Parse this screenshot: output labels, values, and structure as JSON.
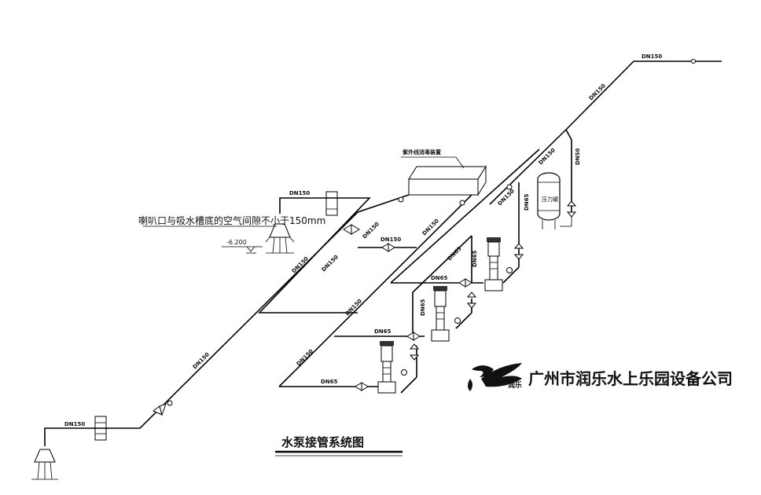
{
  "pipe_labels": {
    "top_run": "DN150",
    "riser_upper": "DN150",
    "riser_mid": "DN150",
    "tank_branch": "DN50",
    "inlet_top": "DN150",
    "inlet_left": "DN150",
    "diag_a1": "DN150",
    "diag_a2": "DN150",
    "diag_b1": "DN150",
    "diag_b2": "DN150",
    "diag_c1": "DN150",
    "diag_c2": "DN150",
    "branch_dn150": "DN150",
    "branch_dn65_1": "DN65",
    "branch_dn65_2": "DN65",
    "branch_dn65_3": "DN65",
    "vert_dn65_1": "DN65",
    "vert_dn65_2": "DN65",
    "vert_dn65_3": "DN65",
    "vert_dn65_4": "DN65",
    "bottom_dn150": "DN150",
    "suction_main": "DN150"
  },
  "uv_label": "紫外线消毒装置",
  "tank_label": "压力罐",
  "note_air_gap": "喇叭口与吸水槽底的空气间隙不小于150mm",
  "elevation": "-6.200",
  "title": "水泵接管系统图",
  "company": {
    "logo_text": "润乐",
    "name": "广州市润乐水上乐园设备公司"
  }
}
